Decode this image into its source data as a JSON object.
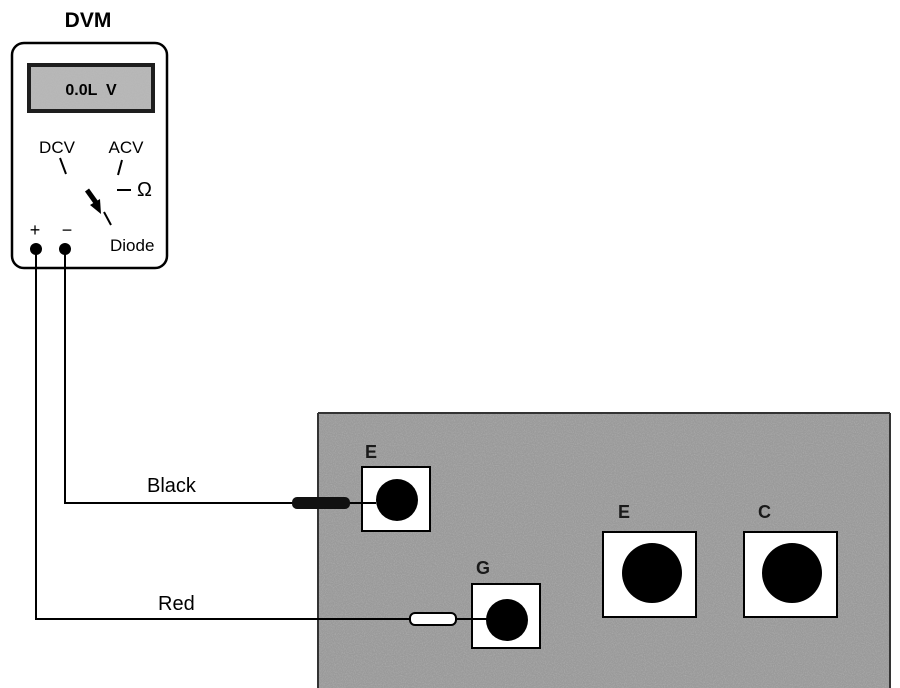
{
  "meter": {
    "title": "DVM",
    "display": "0.0L  V",
    "modes": {
      "dcv": "DCV",
      "acv": "ACV",
      "ohm": "Ω",
      "diode": "Diode"
    },
    "plus": "+",
    "minus": "−"
  },
  "leads": {
    "black": "Black",
    "red": "Red"
  },
  "board": {
    "terminals": {
      "emitter_small": "E",
      "gate": "G",
      "emitter_large": "E",
      "collector": "C"
    }
  },
  "colors": {
    "board": "#9a9a9a",
    "pad": "#ffffff",
    "contact": "#000000",
    "lcd": "#b8b8b8"
  }
}
